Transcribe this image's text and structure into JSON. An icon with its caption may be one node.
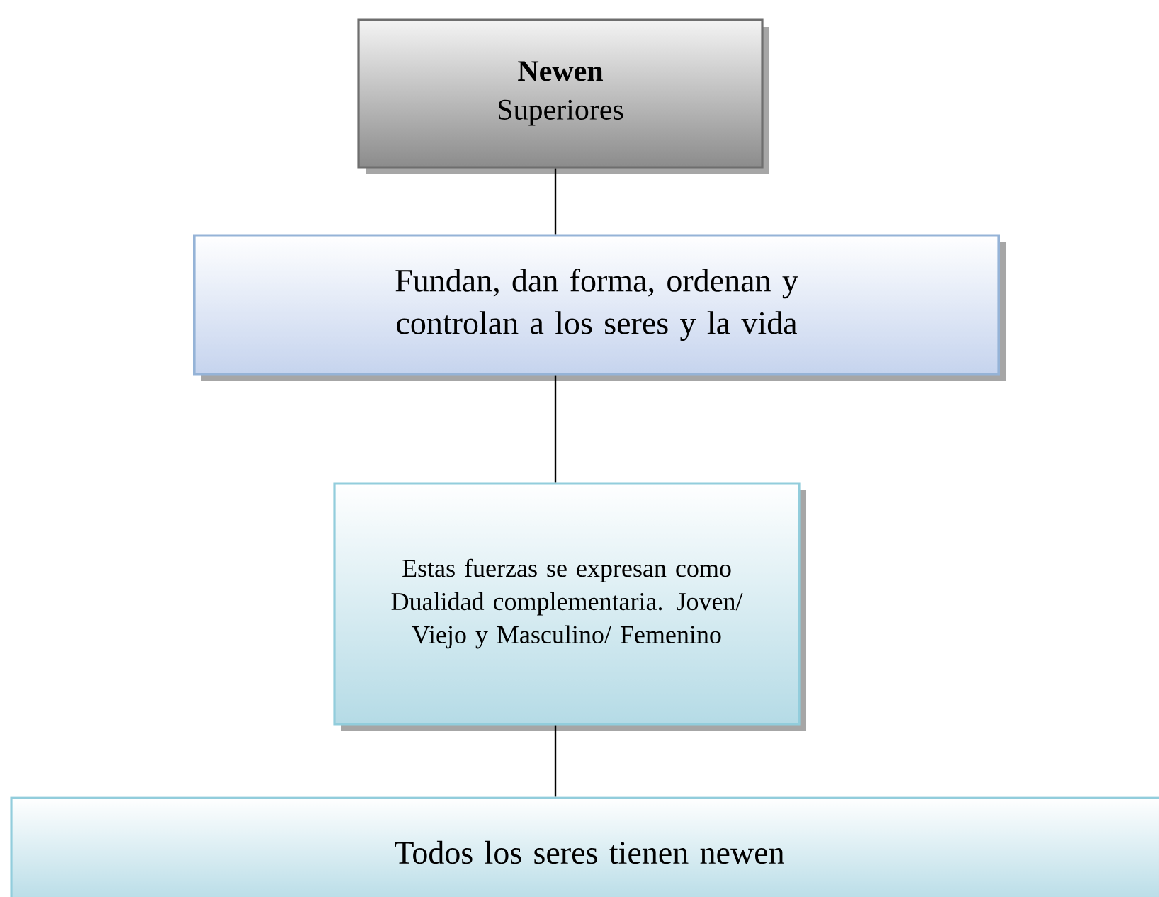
{
  "diagram": {
    "nodes": [
      {
        "text": [
          "Newen",
          "Superiores"
        ]
      },
      {
        "text": [
          "Fundan, dan forma, ordenan y controlan a los seres y la vida"
        ]
      },
      {
        "text": [
          "Estas fuerzas se expresan como Dualidad complementaria. Joven/ Viejo y Masculino/ Femenino"
        ]
      },
      {
        "text": [
          "Todos los seres tienen newen"
        ]
      }
    ],
    "edges": [
      {
        "from": 0,
        "to": 1,
        "arrow": "none"
      },
      {
        "from": 1,
        "to": 2,
        "arrow": "none"
      },
      {
        "from": 2,
        "to": 3,
        "arrow": "none"
      }
    ]
  }
}
